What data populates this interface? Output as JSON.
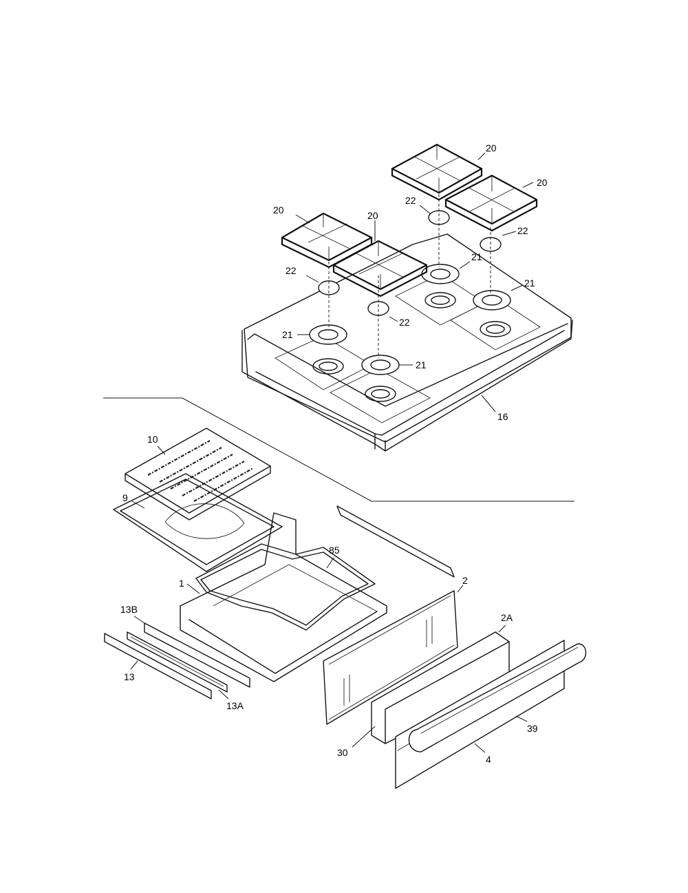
{
  "labels": {
    "p20a": "20",
    "p20b": "20",
    "p20c": "20",
    "p20d": "20",
    "p22a": "22",
    "p22b": "22",
    "p22c": "22",
    "p22d": "22",
    "p21a": "21",
    "p21b": "21",
    "p21c": "21",
    "p21d": "21",
    "p16": "16",
    "p10": "10",
    "p9": "9",
    "p85": "85",
    "p1": "1",
    "p2": "2",
    "p2A": "2A",
    "p13B": "13B",
    "p13": "13",
    "p13A": "13A",
    "p30": "30",
    "p39": "39",
    "p4": "4"
  }
}
